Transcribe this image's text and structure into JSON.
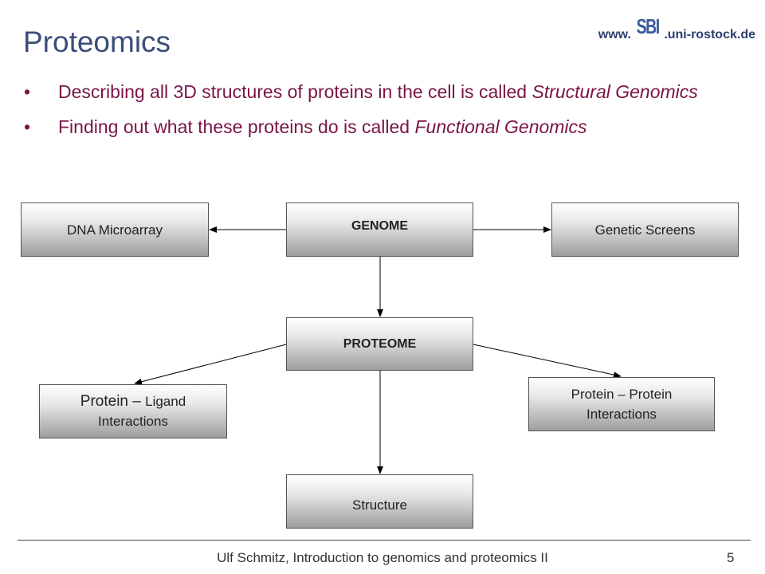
{
  "logo": {
    "prefix": "www.",
    "glyph": "SBI",
    "suffix": ".uni-rostock.de"
  },
  "title": "Proteomics",
  "bullets": [
    {
      "marker": "•",
      "text": "Describing all 3D structures of proteins in the cell is called ",
      "emphasis": "Structural Genomics"
    },
    {
      "marker": "•",
      "text": "Finding out what these proteins do is called ",
      "emphasis": "Functional Genomics"
    }
  ],
  "diagram": {
    "nodes": {
      "dna_microarray": "DNA Microarray",
      "genome": "GENOME",
      "genetic_screens": "Genetic Screens",
      "proteome": "PROTEOME",
      "protein_ligand_line1_a": "Protein – ",
      "protein_ligand_line1_b": "Ligand",
      "protein_ligand_line2": "Interactions",
      "protein_protein_line1": "Protein – Protein",
      "protein_protein_line2": "Interactions",
      "structure": "Structure"
    },
    "edges": [
      {
        "from": "GENOME",
        "to": "DNA Microarray"
      },
      {
        "from": "GENOME",
        "to": "Genetic Screens"
      },
      {
        "from": "GENOME",
        "to": "PROTEOME"
      },
      {
        "from": "PROTEOME",
        "to": "Protein – Ligand Interactions"
      },
      {
        "from": "PROTEOME",
        "to": "Protein – Protein Interactions"
      },
      {
        "from": "PROTEOME",
        "to": "Structure"
      }
    ]
  },
  "footer": {
    "text": "Ulf Schmitz, Introduction to genomics and proteomics II",
    "page": "5"
  }
}
